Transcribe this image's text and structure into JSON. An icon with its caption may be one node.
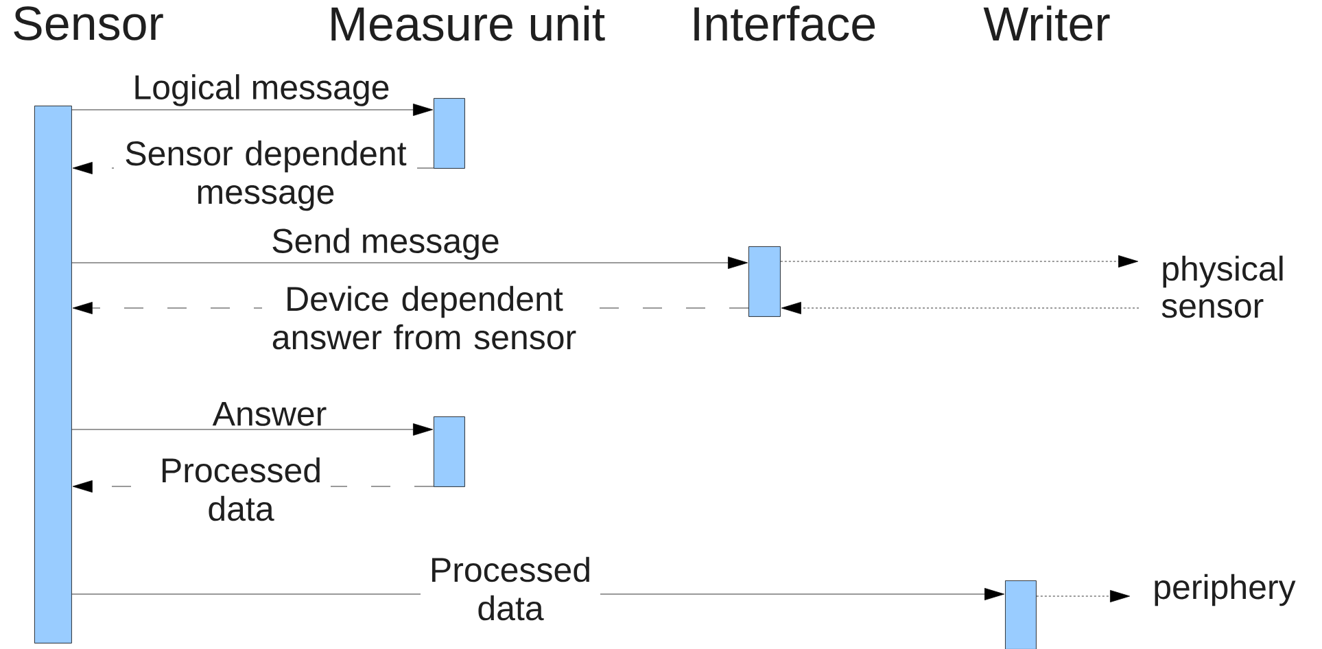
{
  "diagram": {
    "nodes": [
      {
        "text": [],
        "shape": "bar"
      },
      {
        "text": [],
        "shape": "bar"
      },
      {
        "text": [],
        "shape": "bar"
      },
      {
        "text": [],
        "shape": "bar"
      },
      {
        "text": [],
        "shape": "bar"
      },
      {
        "text": [
          "physical sensor"
        ]
      },
      {
        "text": [
          "periphery"
        ]
      }
    ],
    "edges": [
      {
        "from": 0,
        "to": 1,
        "arrow": "to",
        "label": "Logical message"
      },
      {
        "from": 1,
        "to": 0,
        "arrow": "to",
        "label": "Sensor dependent message",
        "style": "dashed"
      },
      {
        "from": 0,
        "to": 2,
        "arrow": "to",
        "label": "Send message"
      },
      {
        "from": 2,
        "to": 5,
        "arrow": "to",
        "style": "dashed"
      },
      {
        "from": 5,
        "to": 2,
        "arrow": "to",
        "style": "dashed"
      },
      {
        "from": 2,
        "to": 0,
        "arrow": "to",
        "label": "Device dependent answer from sensor",
        "style": "dashed"
      },
      {
        "from": 0,
        "to": 3,
        "arrow": "to",
        "label": "Answer"
      },
      {
        "from": 3,
        "to": 0,
        "arrow": "to",
        "label": "Processed data",
        "style": "dashed"
      },
      {
        "from": 0,
        "to": 4,
        "arrow": "to",
        "label": "Processed data"
      },
      {
        "from": 4,
        "to": 6,
        "arrow": "to",
        "style": "dashed"
      }
    ],
    "labels": [
      "Sensor",
      "Measure unit",
      "Interface",
      "Writer"
    ]
  }
}
